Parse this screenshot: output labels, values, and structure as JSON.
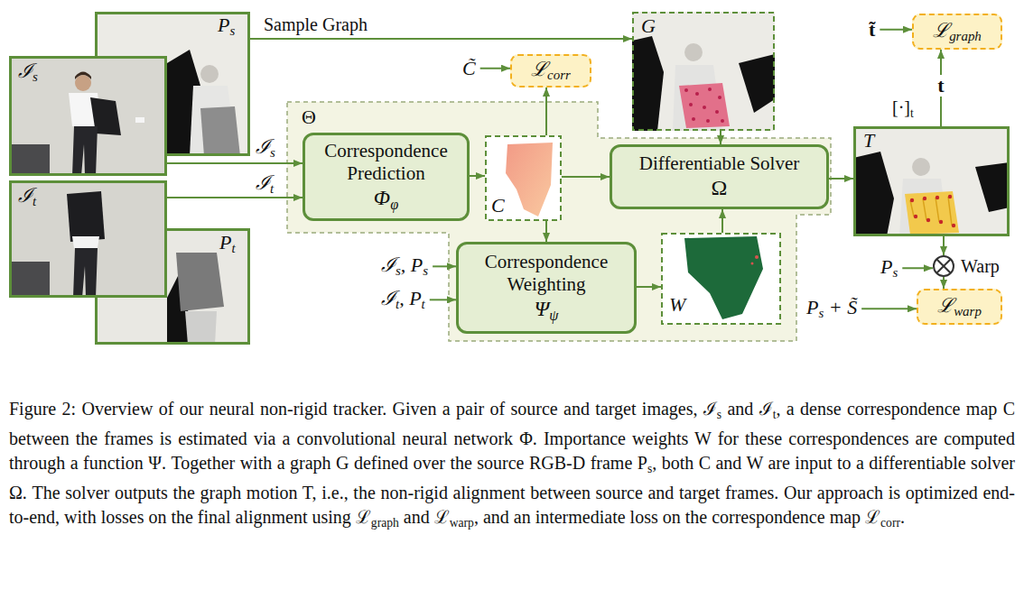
{
  "diagram": {
    "caption": "Figure 2: Overview of our neural non-rigid tracker. Given a pair of source and target images, ℐs and ℐt, a dense correspondence map C between the frames is estimated via a convolutional neural network Φ. Importance weights W for these correspondences are computed through a function Ψ. Together with a graph G defined over the source RGB-D frame Ps, both C and W are input to a differentiable solver Ω. The solver outputs the graph motion T, i.e., the non-rigid alignment between source and target frames. Our approach is optimized end-to-end, with losses on the final alignment using ℒgraph and ℒwarp, and an intermediate loss on the correspondence map ℒcorr.",
    "nodes": [
      {
        "text": [
          "Ps"
        ]
      },
      {
        "text": [
          "ℐs"
        ]
      },
      {
        "text": [
          "ℐt"
        ]
      },
      {
        "text": [
          "Pt"
        ]
      },
      {
        "text": [
          "Θ"
        ]
      },
      {
        "text": [
          "Correspondence Prediction",
          "Φφ"
        ],
        "in": 4
      },
      {
        "text": [
          "C"
        ],
        "in": 4
      },
      {
        "text": [
          "Correspondence Weighting",
          "Ψψ"
        ],
        "in": 4
      },
      {
        "text": [
          "W"
        ],
        "in": 4
      },
      {
        "text": [
          "Differentiable Solver",
          "Ω"
        ],
        "in": 4
      },
      {
        "text": [
          "ℒcorr"
        ]
      },
      {
        "text": [
          "G"
        ]
      },
      {
        "text": [
          "T"
        ]
      },
      {
        "text": [
          "ℒgraph"
        ]
      },
      {
        "text": [
          "Warp"
        ]
      },
      {
        "text": [
          "ℒwarp"
        ]
      }
    ],
    "edges": [
      {
        "from": 0,
        "to": 11,
        "label": "Sample Graph",
        "arrow": "to"
      },
      {
        "from": 1,
        "to": 5,
        "label": "ℐs",
        "arrow": "to"
      },
      {
        "from": 2,
        "to": 5,
        "label": "ℐt",
        "arrow": "to"
      },
      {
        "from": 5,
        "to": 6,
        "arrow": "to"
      },
      {
        "from": 6,
        "to": 10,
        "arrow": "to"
      },
      {
        "from": 6,
        "to": 9,
        "arrow": "to"
      },
      {
        "from": 6,
        "to": 7,
        "arrow": "to"
      },
      {
        "from": 11,
        "to": 9,
        "arrow": "to"
      },
      {
        "from": 7,
        "to": 8,
        "arrow": "to"
      },
      {
        "from": 8,
        "to": 9,
        "arrow": "to"
      },
      {
        "from": 9,
        "to": 12,
        "arrow": "to"
      },
      {
        "from": 12,
        "to": 13,
        "label": "t",
        "arrow": "to"
      },
      {
        "from": 12,
        "to": 14,
        "arrow": "to"
      },
      {
        "from": 14,
        "to": 15,
        "arrow": "to"
      }
    ],
    "labels": [
      "C̃",
      "t̃",
      "[·]t",
      "Ps",
      "Ps + S̃",
      "ℐs, Ps",
      "ℐt, Pt"
    ]
  }
}
